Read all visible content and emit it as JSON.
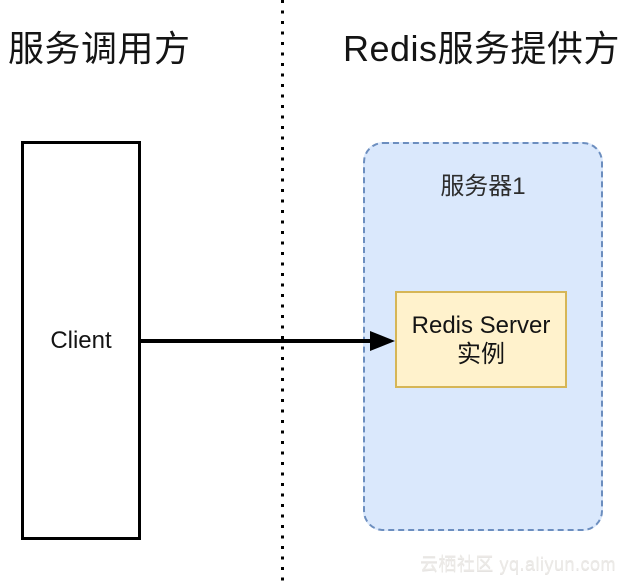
{
  "headers": {
    "left": "服务调用方",
    "right": "Redis服务提供方"
  },
  "client_node": {
    "label": "Client"
  },
  "server_group": {
    "label": "服务器1"
  },
  "redis_node": {
    "line1": "Redis Server",
    "line2": "实例"
  },
  "arrow": {
    "from": "Client",
    "to": "Redis Server 实例",
    "direction": "right"
  },
  "watermark": "云栖社区 yq.aliyun.com",
  "colors": {
    "page_bg": "#ffffff",
    "text_color": "#141414",
    "divider_color": "#000000",
    "node_border": "#000000",
    "group_fill": "#dae8fc",
    "group_border": "#6c8ebf",
    "group_label_color": "#2d2d2d",
    "redis_fill": "#fff2cc",
    "redis_border": "#d6b656",
    "arrow_color": "#000000",
    "watermark_color": "#eceae7"
  }
}
